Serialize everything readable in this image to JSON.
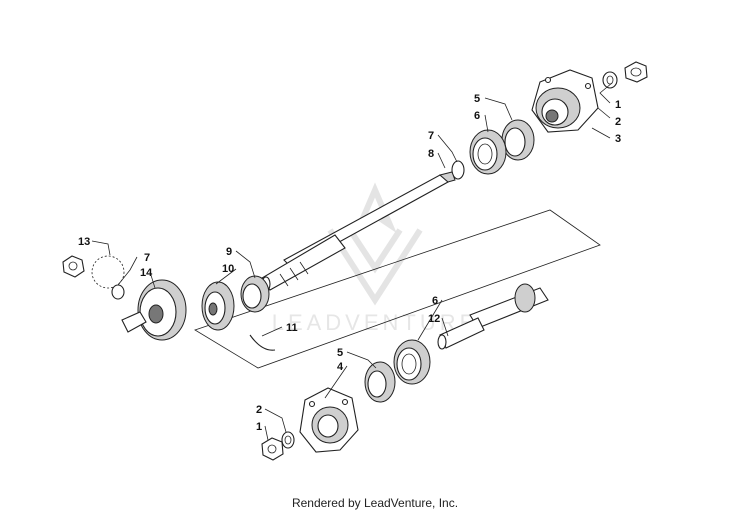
{
  "watermark": {
    "text": "LEADVENTURE"
  },
  "footer": {
    "text": "Rendered by LeadVenture, Inc."
  },
  "callouts": {
    "c1a": "1",
    "c2a": "2",
    "c3": "3",
    "c5a": "5",
    "c6a": "6",
    "c7a": "7",
    "c8": "8",
    "c13": "13",
    "c7b": "7",
    "c14": "14",
    "c9": "9",
    "c10": "10",
    "c11": "11",
    "c6b": "6",
    "c12": "12",
    "c5b": "5",
    "c4": "4",
    "c2b": "2",
    "c1b": "1"
  }
}
